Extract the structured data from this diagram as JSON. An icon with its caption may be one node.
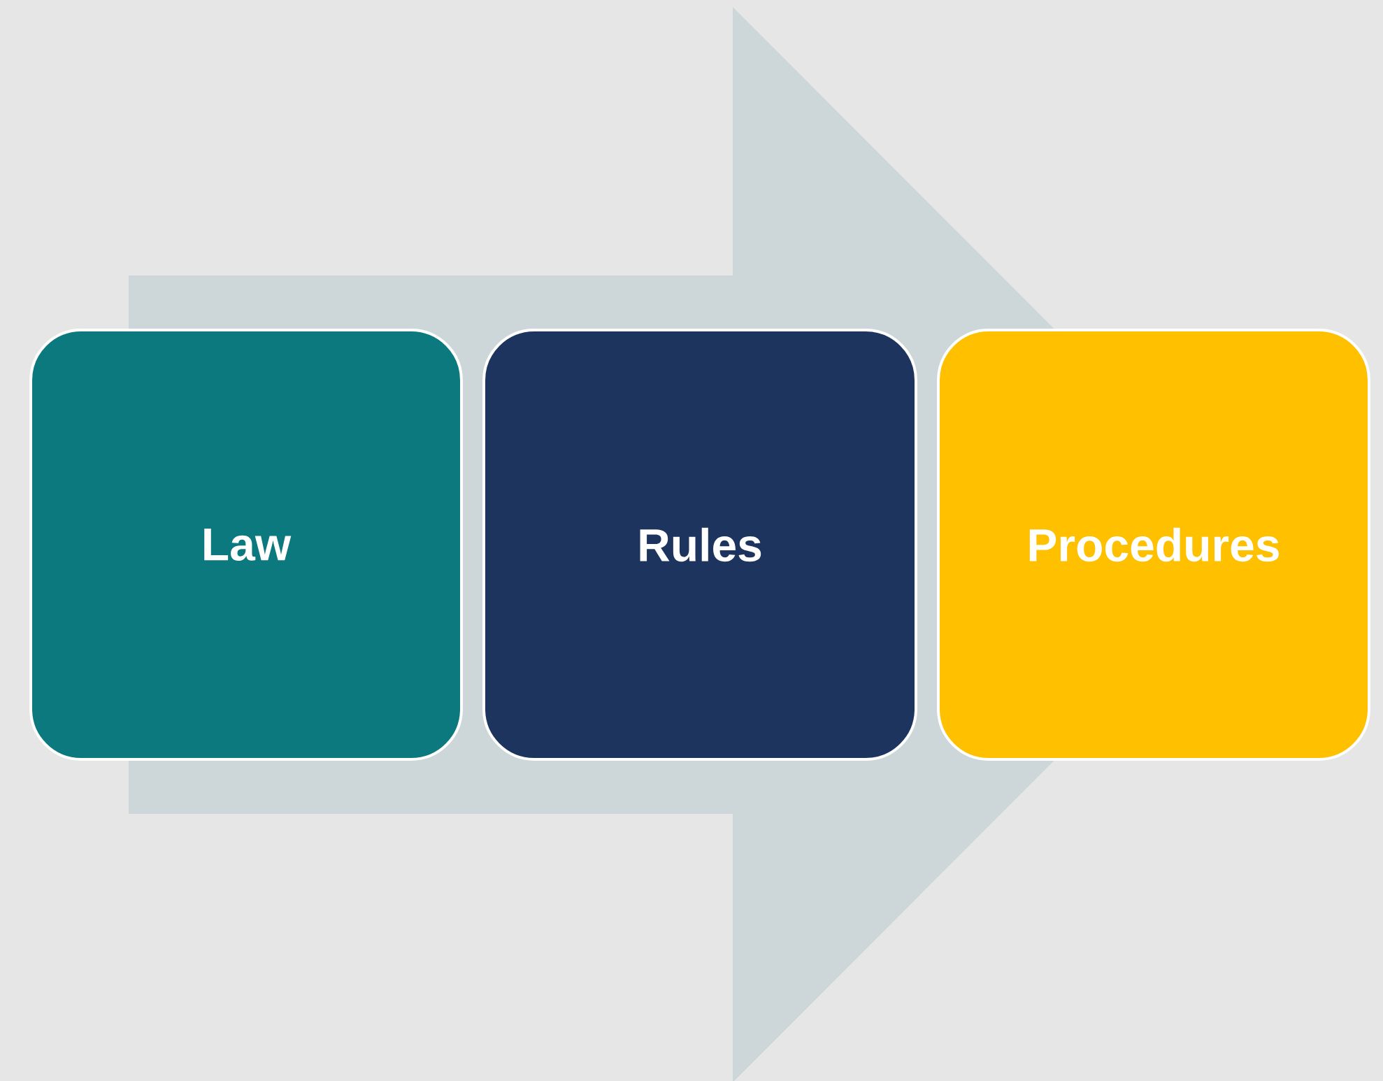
{
  "diagram": {
    "nodes": [
      {
        "text": [
          "Law"
        ]
      },
      {
        "text": [
          "Rules"
        ]
      },
      {
        "text": [
          "Procedures"
        ]
      }
    ],
    "edges": [
      {
        "from": 0,
        "to": 2,
        "arrow": "to"
      }
    ]
  }
}
